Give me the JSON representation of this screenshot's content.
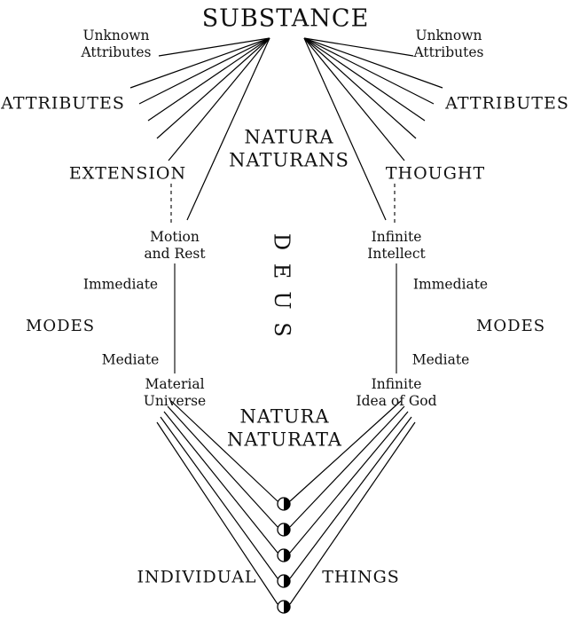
{
  "diagram": {
    "title_node": "SUBSTANCE",
    "unknown_attributes": {
      "line1": "Unknown",
      "line2": "Attributes"
    },
    "attributes": "ATTRIBUTES",
    "natura_naturans": {
      "line1": "NATURA",
      "line2": "NATURANS"
    },
    "extension": "EXTENSION",
    "thought": "THOUGHT",
    "motion_and_rest": {
      "line1": "Motion",
      "line2": "and Rest"
    },
    "infinite_intellect": {
      "line1": "Infinite",
      "line2": "Intellect"
    },
    "deus_letters": [
      "D",
      "E",
      "U",
      "S"
    ],
    "immediate": "Immediate",
    "mediate": "Mediate",
    "modes": "MODES",
    "material_universe": {
      "line1": "Material",
      "line2": "Universe"
    },
    "infinite_idea_of_god": {
      "line1": "Infinite",
      "line2": "Idea of God"
    },
    "natura_naturata": {
      "line1": "NATURA",
      "line2": "NATURATA"
    },
    "individual": "INDIVIDUAL",
    "things": "THINGS",
    "colors": {
      "line": "#000000",
      "text": "#111111",
      "background": "#ffffff"
    }
  }
}
